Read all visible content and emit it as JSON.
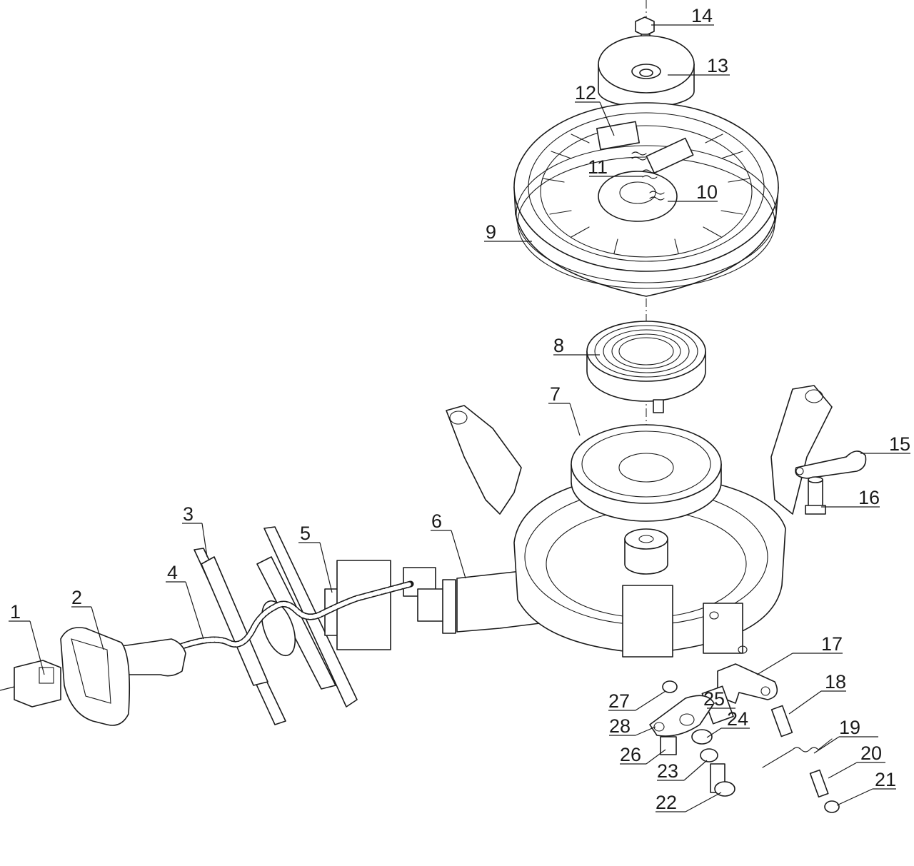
{
  "diagram": {
    "type": "exploded-assembly",
    "callouts": [
      "1",
      "2",
      "3",
      "4",
      "5",
      "6",
      "7",
      "8",
      "9",
      "10",
      "11",
      "12",
      "13",
      "14",
      "15",
      "16",
      "17",
      "18",
      "19",
      "20",
      "21",
      "22",
      "23",
      "24",
      "25",
      "26",
      "27",
      "28"
    ]
  }
}
